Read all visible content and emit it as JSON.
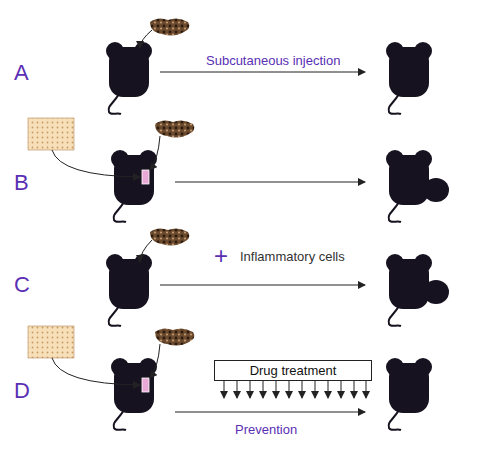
{
  "diagram": {
    "nodes": [
      {
        "text": [
          "Drug treatment"
        ]
      }
    ],
    "labels": [
      "A",
      "Subcutaneous injection",
      "B",
      "C",
      "+",
      "Inflammatory cells",
      "D",
      "Prevention"
    ]
  }
}
